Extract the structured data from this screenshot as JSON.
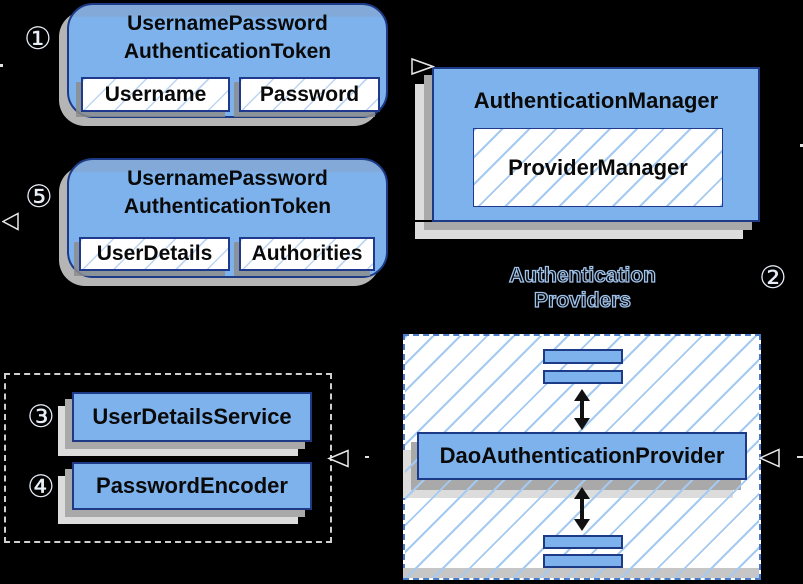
{
  "colors": {
    "background": "#000000",
    "box_blue": "#7EB2EC",
    "border_navy": "#1C3A85",
    "hatch_blue": "#A5CAF1",
    "dashed_blue": "#4A7CC9",
    "shadow_dark": "#A9A9A9",
    "shadow_light": "#DCDCDC"
  },
  "badges": {
    "one": "①",
    "two": "②",
    "three": "③",
    "four": "④",
    "five": "⑤"
  },
  "token_box_1": {
    "title_line1": "UsernamePassword",
    "title_line2": "AuthenticationToken",
    "fields": [
      "Username",
      "Password"
    ]
  },
  "token_box_2": {
    "title_line1": "UsernamePassword",
    "title_line2": "AuthenticationToken",
    "fields": [
      "UserDetails",
      "Authorities"
    ]
  },
  "auth_manager": {
    "title": "AuthenticationManager",
    "inner": "ProviderManager"
  },
  "providers": {
    "label_line1": "Authentication",
    "label_line2": "Providers",
    "provider": "DaoAuthenticationProvider"
  },
  "services": {
    "items": [
      "UserDetailsService",
      "PasswordEncoder"
    ]
  }
}
